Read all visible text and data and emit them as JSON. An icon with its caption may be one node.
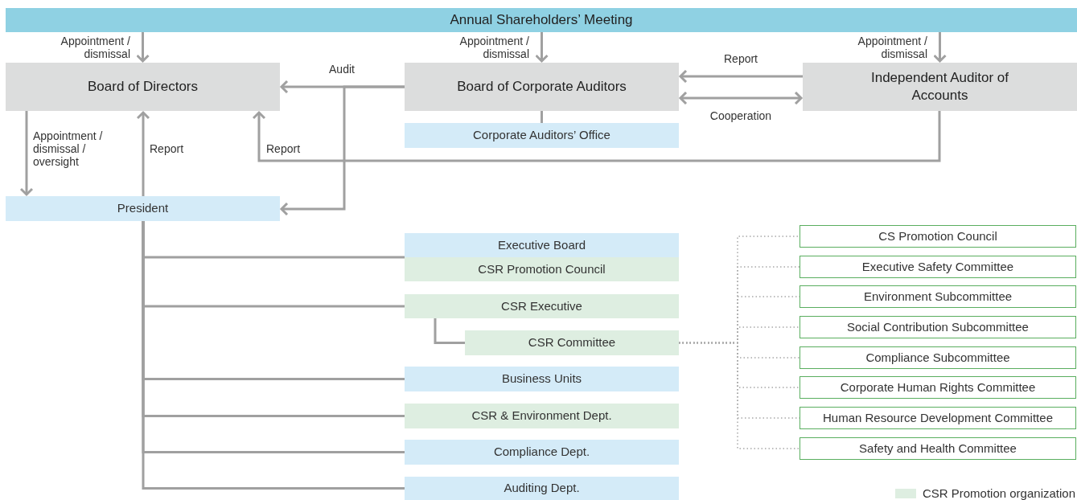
{
  "diagram": {
    "nodes": [
      {
        "text": [
          "Annual Shareholders’ Meeting"
        ]
      },
      {
        "text": [
          "Board of Directors"
        ]
      },
      {
        "text": [
          "Board of Corporate Auditors"
        ]
      },
      {
        "text": [
          "Independent Auditor of Accounts"
        ]
      },
      {
        "text": [
          "Corporate Auditors’ Office"
        ]
      },
      {
        "text": [
          "President"
        ]
      },
      {
        "text": [
          "Executive Board"
        ]
      },
      {
        "text": [
          "CSR Promotion Council"
        ]
      },
      {
        "text": [
          "CSR Executive"
        ]
      },
      {
        "text": [
          "CSR Committee"
        ]
      },
      {
        "text": [
          "Business Units"
        ]
      },
      {
        "text": [
          "CSR & Environment Dept."
        ]
      },
      {
        "text": [
          "Compliance Dept."
        ]
      },
      {
        "text": [
          "Auditing Dept."
        ]
      },
      {
        "text": [
          "CS Promotion Council"
        ]
      },
      {
        "text": [
          "Executive Safety Committee"
        ]
      },
      {
        "text": [
          "Environment Subcommittee"
        ]
      },
      {
        "text": [
          "Social Contribution Subcommittee"
        ]
      },
      {
        "text": [
          "Compliance Subcommittee"
        ]
      },
      {
        "text": [
          "Corporate Human Rights Committee"
        ]
      },
      {
        "text": [
          "Human Resource Development Committee"
        ]
      },
      {
        "text": [
          "Safety and Health Committee"
        ]
      }
    ],
    "edges": [
      {
        "from": 0,
        "to": 1,
        "arrow": "to",
        "label": "Appointment / dismissal"
      },
      {
        "from": 0,
        "to": 2,
        "arrow": "to",
        "label": "Appointment / dismissal"
      },
      {
        "from": 0,
        "to": 3,
        "arrow": "to",
        "label": "Appointment / dismissal"
      },
      {
        "from": 2,
        "to": 1,
        "arrow": "to",
        "label": "Audit"
      },
      {
        "from": 2,
        "to": 5,
        "arrow": "to"
      },
      {
        "from": 3,
        "to": 2,
        "arrow": "to",
        "label": "Report"
      },
      {
        "from": 2,
        "to": 3,
        "arrow": "both",
        "label": "Cooperation"
      },
      {
        "from": 1,
        "to": 5,
        "arrow": "to",
        "label": "Appointment / dismissal / oversight"
      },
      {
        "from": 5,
        "to": 1,
        "arrow": "to",
        "label": "Report"
      },
      {
        "from": 3,
        "to": 1,
        "arrow": "to",
        "label": "Report"
      },
      {
        "from": 2,
        "to": 4,
        "arrow": "none"
      },
      {
        "from": 5,
        "to": 6,
        "arrow": "none"
      },
      {
        "from": 5,
        "to": 7,
        "arrow": "none"
      },
      {
        "from": 5,
        "to": 8,
        "arrow": "none"
      },
      {
        "from": 8,
        "to": 9,
        "arrow": "none"
      },
      {
        "from": 5,
        "to": 10,
        "arrow": "none"
      },
      {
        "from": 5,
        "to": 11,
        "arrow": "none"
      },
      {
        "from": 5,
        "to": 12,
        "arrow": "none"
      },
      {
        "from": 5,
        "to": 13,
        "arrow": "none"
      },
      {
        "from": 9,
        "to": 14,
        "arrow": "none",
        "style": "dashed"
      },
      {
        "from": 9,
        "to": 15,
        "arrow": "none",
        "style": "dashed"
      },
      {
        "from": 9,
        "to": 16,
        "arrow": "none",
        "style": "dashed"
      },
      {
        "from": 9,
        "to": 17,
        "arrow": "none",
        "style": "dashed"
      },
      {
        "from": 9,
        "to": 18,
        "arrow": "none",
        "style": "dashed"
      },
      {
        "from": 9,
        "to": 19,
        "arrow": "none",
        "style": "dashed"
      },
      {
        "from": 9,
        "to": 20,
        "arrow": "none",
        "style": "dashed"
      },
      {
        "from": 9,
        "to": 21,
        "arrow": "none",
        "style": "dashed"
      }
    ],
    "legend": [
      {
        "text": "CSR Promotion organization",
        "color": "#deeee1"
      }
    ]
  }
}
